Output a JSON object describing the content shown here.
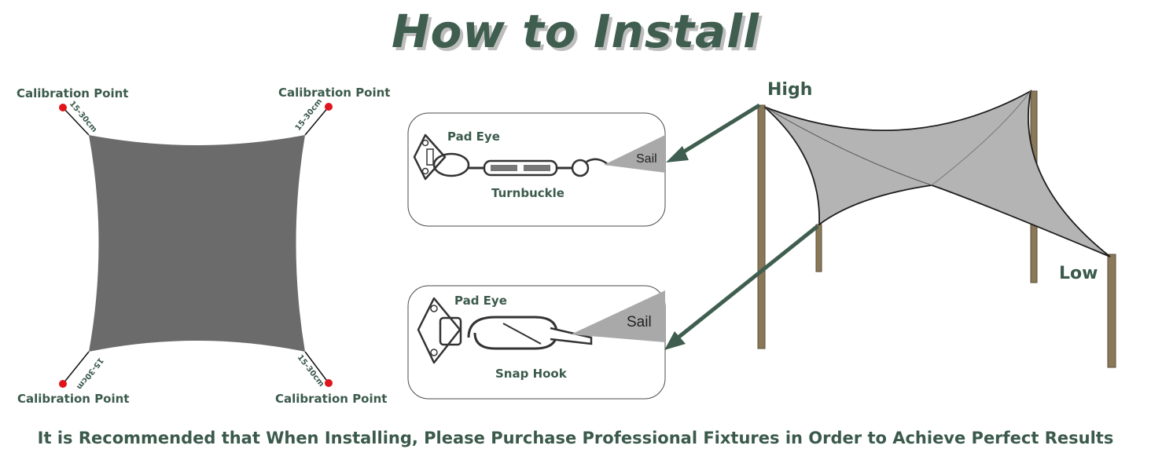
{
  "title": "How to Install",
  "calibration": {
    "top_left": "Calibration Point",
    "top_right": "Calibration Point",
    "bottom_left": "Calibration Point",
    "bottom_right": "Calibration Point",
    "distance": "15-30cm"
  },
  "panel_turnbuckle": {
    "pad_eye": "Pad Eye",
    "fixture": "Turnbuckle",
    "sail": "Sail"
  },
  "panel_snaphook": {
    "pad_eye": "Pad Eye",
    "fixture": "Snap Hook",
    "sail": "Sail"
  },
  "install_diagram": {
    "high": "High",
    "low": "Low"
  },
  "footer": "It is Recommended that When Installing, Please Purchase Professional Fixtures in Order to Achieve Perfect Results",
  "colors": {
    "accent_green": "#3f5e4f",
    "sail_gray": "#6b6b6b",
    "calibration_red": "#e0141c",
    "post_brown": "#8a7858"
  }
}
